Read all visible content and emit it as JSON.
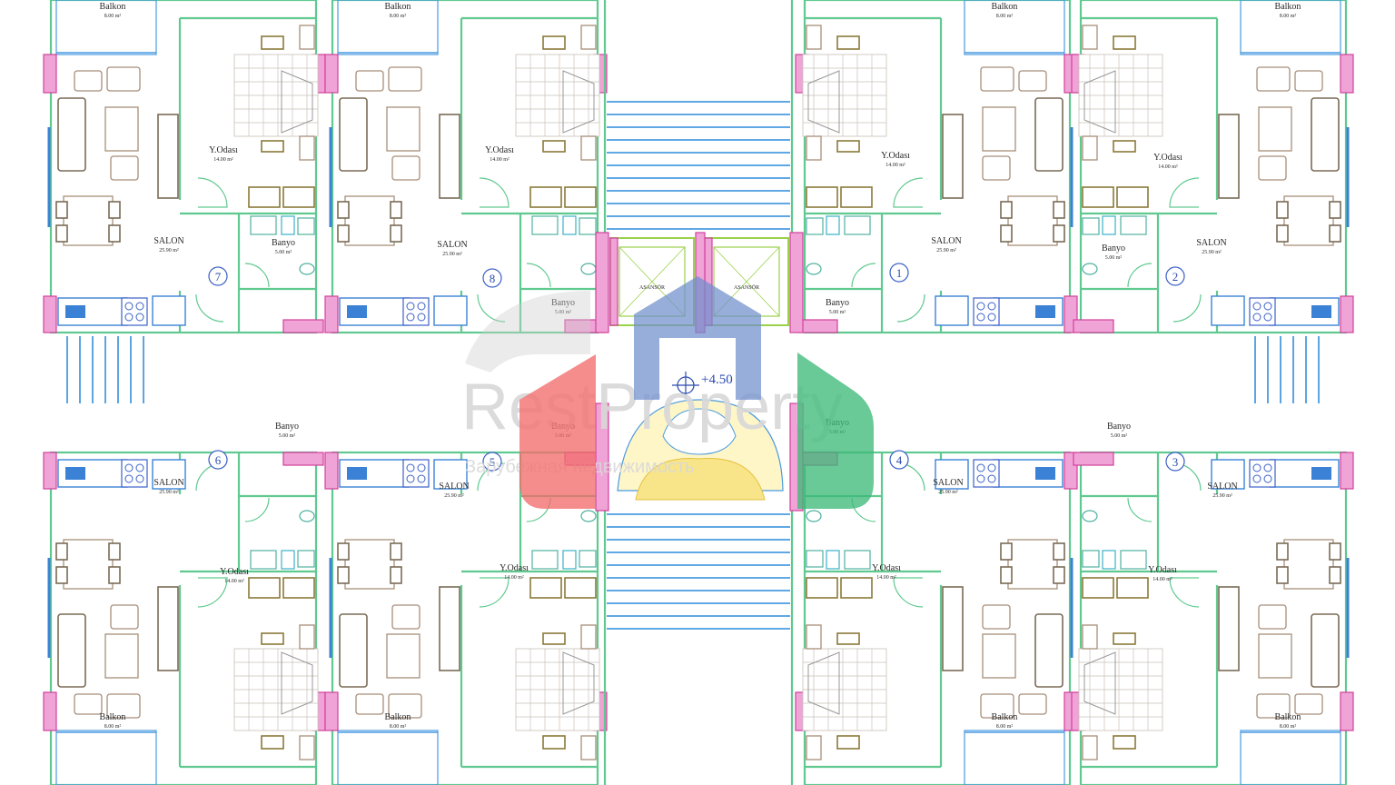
{
  "plan": {
    "elevation": "+4.50",
    "rooms": {
      "balcony": {
        "label": "Balkon",
        "area": "8.00 m²"
      },
      "salon": {
        "label": "SALON",
        "area": "25.90 m²"
      },
      "bedroom": {
        "label": "Y.Odası",
        "area": "14.00 m²"
      },
      "bath": {
        "label": "Banyo",
        "area": "5.00 m²"
      }
    },
    "elevator_label": "ASANSÖR",
    "unit_numbers": [
      "1",
      "2",
      "3",
      "4",
      "5",
      "6",
      "7",
      "8"
    ]
  },
  "watermark": {
    "brand": "RestProperty",
    "tagline": "Зарубежная недвижимость",
    "colors": {
      "red": "#f26b6b",
      "blue": "#6f8fcc",
      "green": "#3cb878",
      "gray": "#cfcfcf"
    }
  }
}
